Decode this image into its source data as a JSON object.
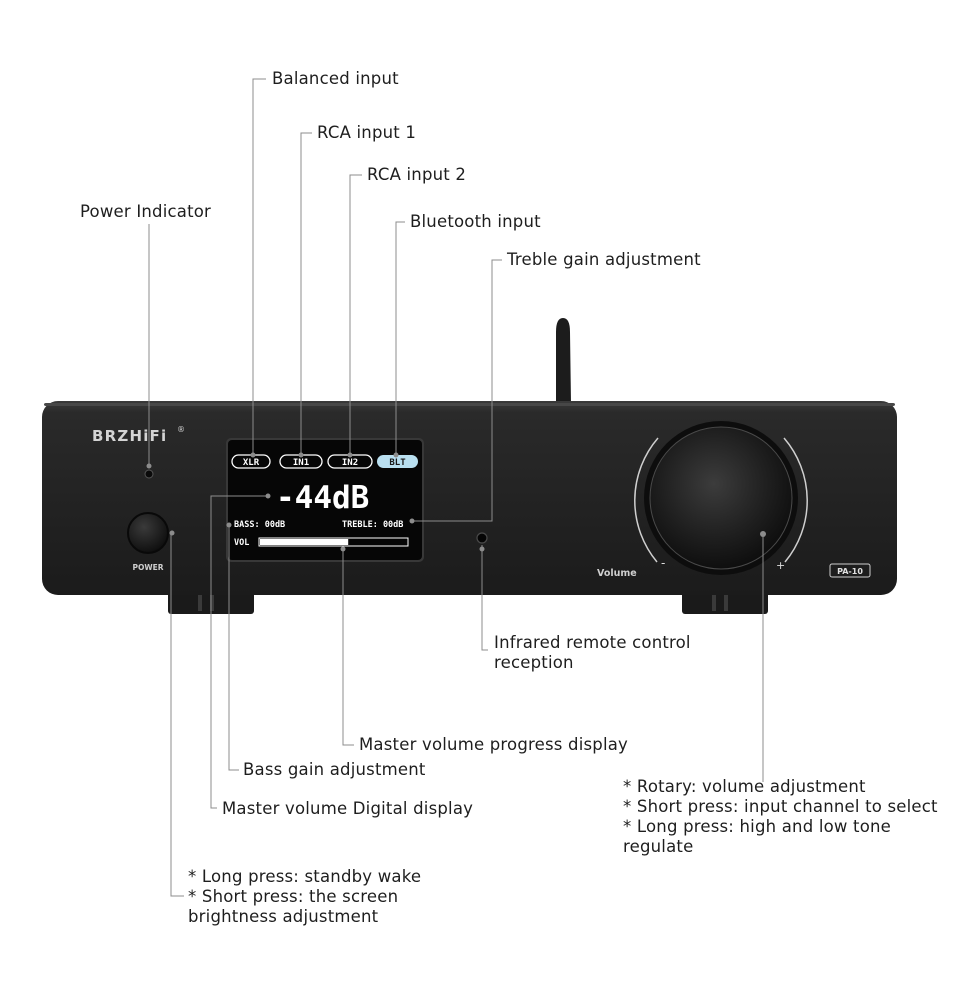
{
  "device": {
    "brand": "BRZHiFi",
    "reg_mark": "®",
    "model": "PA-10",
    "power_label": "POWER",
    "volume_label": "Volume",
    "knob_minus": "-",
    "knob_plus": "+"
  },
  "screen": {
    "inputs": [
      "XLR",
      "IN1",
      "IN2",
      "BLT"
    ],
    "active_input": "BLT",
    "volume_readout": "-44dB",
    "bass_label": "BASS: 00dB",
    "treble_label": "TREBLE: 00dB",
    "vol_label": "VOL",
    "volume_fraction": 0.6
  },
  "annotations": {
    "balanced": "Balanced input",
    "rca1": "RCA input 1",
    "rca2": "RCA input 2",
    "power_indicator": "Power Indicator",
    "bluetooth": "Bluetooth input",
    "treble": "Treble gain adjustment",
    "infrared": [
      "Infrared remote control",
      "reception"
    ],
    "progress": "Master volume progress display",
    "bass": "Bass gain adjustment",
    "digital": "Master volume Digital display",
    "knob_notes": [
      "* Rotary: volume adjustment",
      "* Short press: input channel to select",
      "* Long press: high and low tone",
      "regulate"
    ],
    "power_notes": [
      "* Long press: standby wake",
      "* Short press: the screen",
      "brightness adjustment"
    ]
  },
  "colors": {
    "chassis": "#242424",
    "screen_bg": "#060606",
    "screen_text": "#ffffff",
    "active_tab": "#b9dff0",
    "leader": "#8c8c8c"
  }
}
